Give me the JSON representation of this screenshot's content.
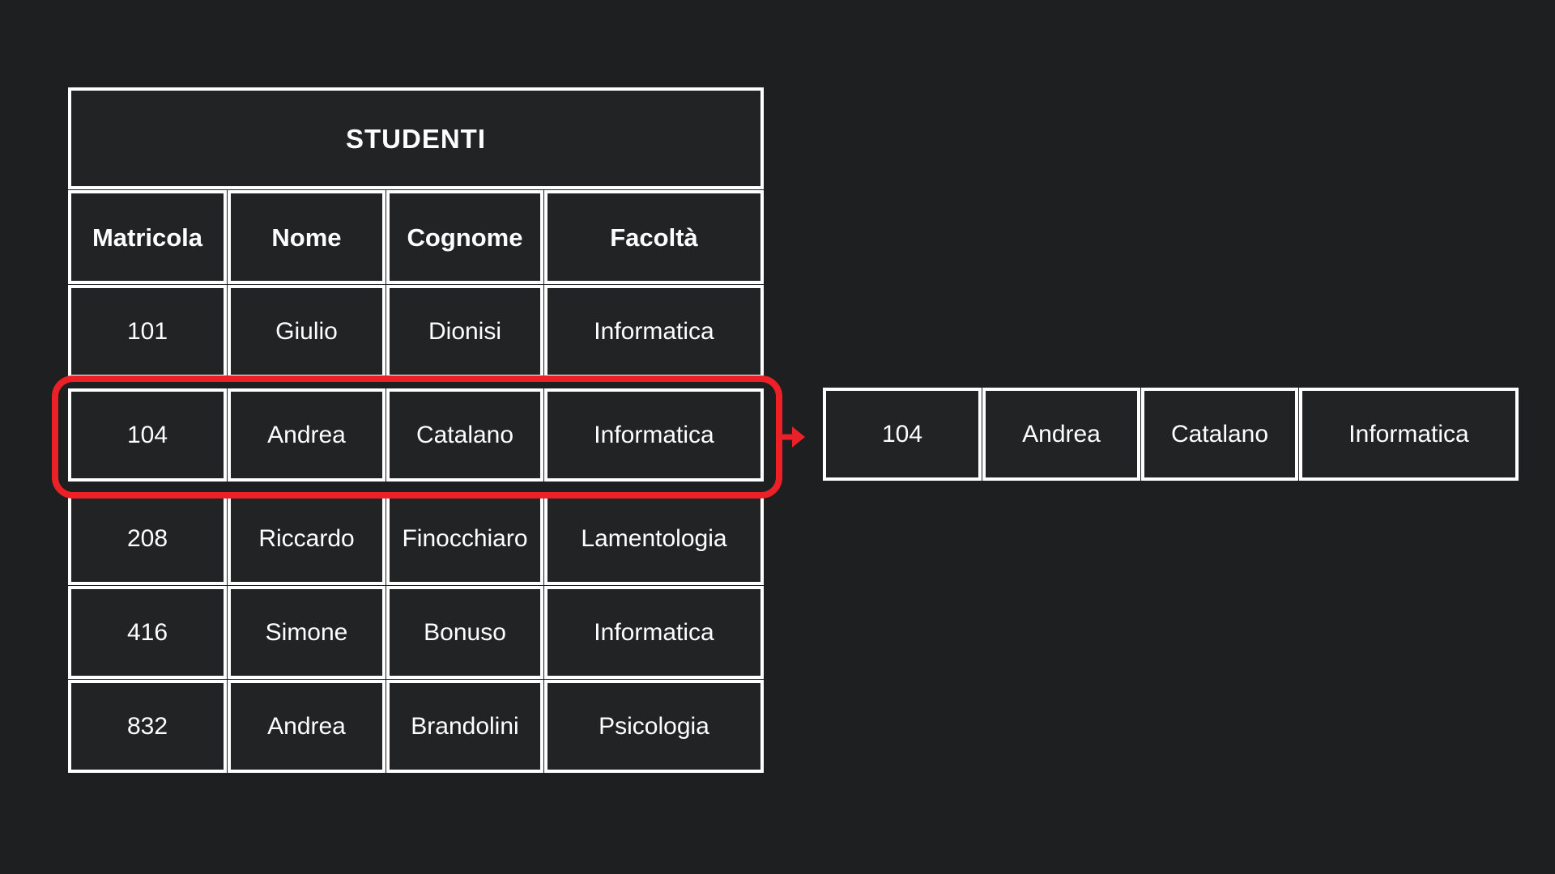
{
  "slide": {
    "background_color": "#1e1f21",
    "accent_red": "#ec2127",
    "border_white": "#ffffff",
    "table": {
      "title": "STUDENTI",
      "columns": [
        "Matricola",
        "Nome",
        "Cognome",
        "Facoltà"
      ],
      "rows": [
        [
          "101",
          "Giulio",
          "Dionisi",
          "Informatica"
        ],
        [
          "104",
          "Andrea",
          "Catalano",
          "Informatica"
        ],
        [
          "208",
          "Riccardo",
          "Finocchiaro",
          "Lamentologia"
        ],
        [
          "416",
          "Simone",
          "Bonuso",
          "Informatica"
        ],
        [
          "832",
          "Andrea",
          "Brandolini",
          "Psicologia"
        ]
      ],
      "highlighted_row_index": 1
    },
    "extracted_row": [
      "104",
      "Andrea",
      "Catalano",
      "Informatica"
    ]
  }
}
